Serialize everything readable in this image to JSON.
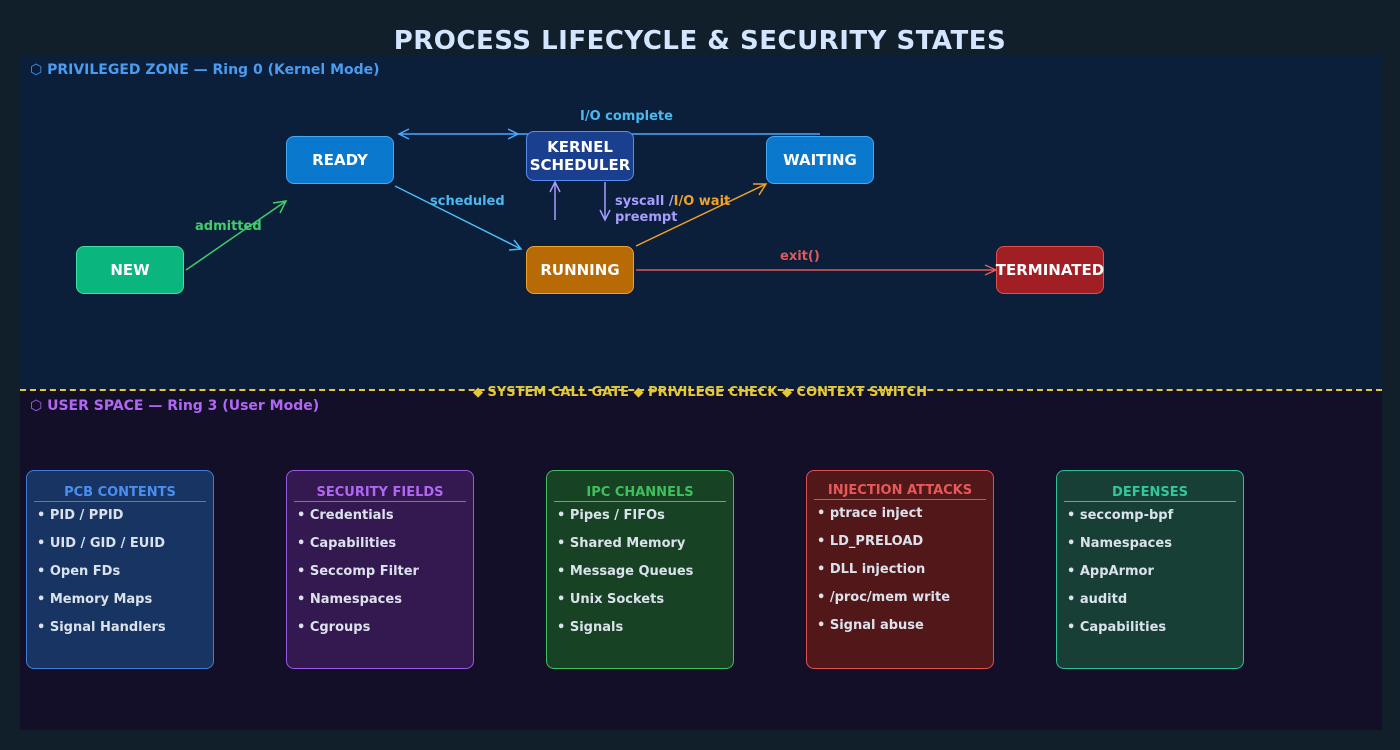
{
  "title": "PROCESS LIFECYCLE & SECURITY STATES",
  "zones": {
    "kernel_label": "⬡ PRIVILEGED ZONE — Ring 0 (Kernel Mode)",
    "user_label": "⬡ USER SPACE — Ring 3 (User Mode)",
    "gate_text": "◆ SYSTEM CALL GATE  ◆  PRIVILEGE CHECK  ◆  CONTEXT SWITCH"
  },
  "states": {
    "new": "NEW",
    "ready": "READY",
    "scheduler_line1": "KERNEL",
    "scheduler_line2": "SCHEDULER",
    "waiting": "WAITING",
    "running": "RUNNING",
    "terminated": "TERMINATED"
  },
  "edges": {
    "admitted": "admitted",
    "scheduled": "scheduled",
    "io_complete": "I/O complete",
    "syscall": "syscall /",
    "io_wait": "I/O wait",
    "preempt": "preempt",
    "exit": "exit()"
  },
  "colors": {
    "new": "#0bb57e",
    "ready": "#0a78cc",
    "scheduler": "#1a3f8f",
    "waiting": "#0a78cc",
    "running": "#b86a05",
    "terminated": "#a01e24",
    "admitted_edge": "#3fce6a",
    "scheduled_edge": "#4bb8f0",
    "io_complete_edge": "#4aa8ff",
    "io_wait_edge": "#f0a12a",
    "syscall_edge": "#a79cff",
    "exit_edge": "#e05a5a"
  },
  "panels": [
    {
      "title": "PCB CONTENTS",
      "items": [
        "• PID / PPID",
        "• UID / GID / EUID",
        "• Open FDs",
        "• Memory Maps",
        "• Signal Handlers"
      ],
      "border": "#3d7fd9",
      "bg": "#173462",
      "title_color": "#4a8ef0"
    },
    {
      "title": "SECURITY FIELDS",
      "items": [
        "• Credentials",
        "• Capabilities",
        "• Seccomp Filter",
        "• Namespaces",
        "• Cgroups"
      ],
      "border": "#9b57e6",
      "bg": "#341850",
      "title_color": "#b067f2"
    },
    {
      "title": "IPC CHANNELS",
      "items": [
        "• Pipes / FIFOs",
        "• Shared Memory",
        "• Message Queues",
        "• Unix Sockets",
        "• Signals"
      ],
      "border": "#3ec05c",
      "bg": "#174224",
      "title_color": "#3ec05c"
    },
    {
      "title": "INJECTION ATTACKS",
      "items": [
        "• ptrace inject",
        "• LD_PRELOAD",
        "• DLL injection",
        "• /proc/mem write",
        "• Signal abuse"
      ],
      "border": "#e0504e",
      "bg": "#521819",
      "title_color": "#e85858"
    },
    {
      "title": "DEFENSES",
      "items": [
        "• seccomp-bpf",
        "• Namespaces",
        "• AppArmor",
        "• auditd",
        "• Capabilities"
      ],
      "border": "#2fc094",
      "bg": "#183f36",
      "title_color": "#33c79a"
    }
  ]
}
